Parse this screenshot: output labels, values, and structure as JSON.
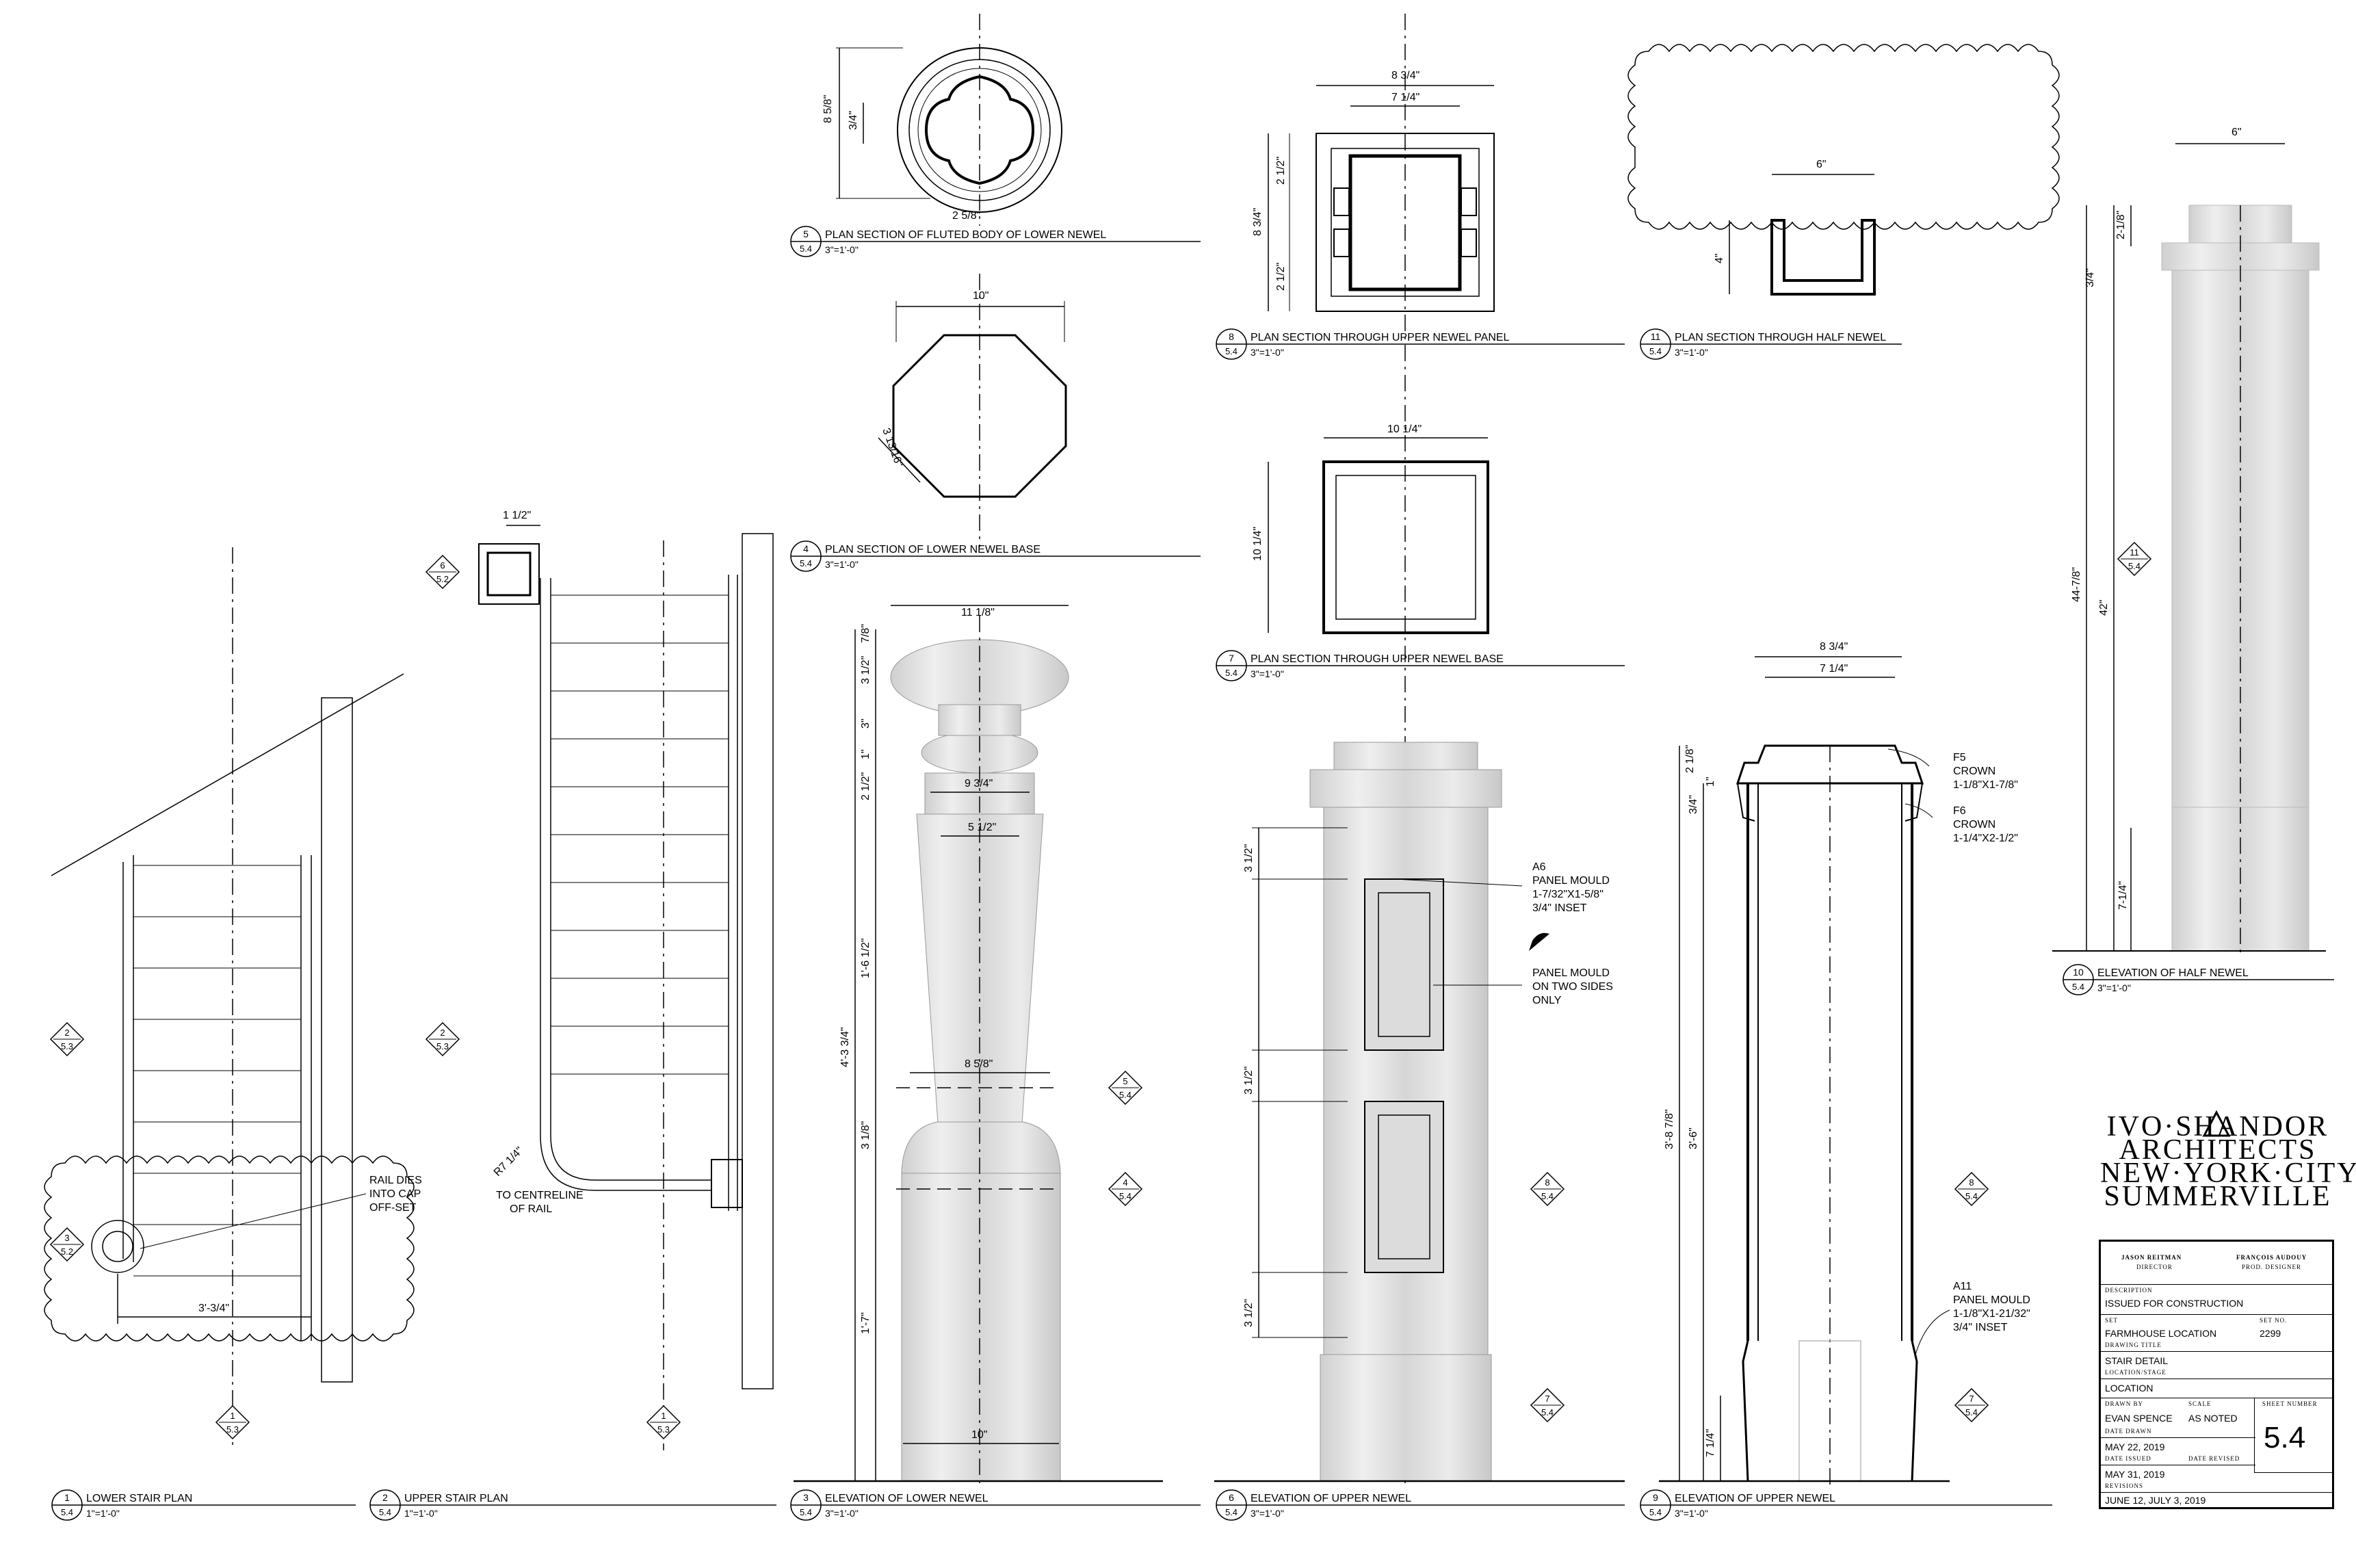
{
  "details": {
    "d5": {
      "num": "5",
      "sheet": "5.4",
      "title": "PLAN SECTION OF FLUTED BODY OF LOWER NEWEL",
      "scale": "3\"=1'-0\""
    },
    "d4": {
      "num": "4",
      "sheet": "5.4",
      "title": "PLAN SECTION OF LOWER NEWEL BASE",
      "scale": "3\"=1'-0\""
    },
    "d8": {
      "num": "8",
      "sheet": "5.4",
      "title": "PLAN SECTION THROUGH UPPER NEWEL PANEL",
      "scale": "3\"=1'-0\""
    },
    "d7": {
      "num": "7",
      "sheet": "5.4",
      "title": "PLAN SECTION THROUGH UPPER NEWEL BASE",
      "scale": "3\"=1'-0\""
    },
    "d11": {
      "num": "11",
      "sheet": "5.4",
      "title": "PLAN SECTION THROUGH HALF NEWEL",
      "scale": "3\"=1'-0\""
    },
    "d10": {
      "num": "10",
      "sheet": "5.4",
      "title": "ELEVATION OF HALF NEWEL",
      "scale": "3\"=1'-0\""
    },
    "d1": {
      "num": "1",
      "sheet": "5.4",
      "title": "LOWER STAIR PLAN",
      "scale": "1\"=1'-0\""
    },
    "d2": {
      "num": "2",
      "sheet": "5.4",
      "title": "UPPER STAIR PLAN",
      "scale": "1\"=1'-0\""
    },
    "d3": {
      "num": "3",
      "sheet": "5.4",
      "title": "ELEVATION OF LOWER NEWEL",
      "scale": "3\"=1'-0\""
    },
    "d6": {
      "num": "6",
      "sheet": "5.4",
      "title": "ELEVATION OF UPPER NEWEL",
      "scale": "3\"=1'-0\""
    },
    "d9": {
      "num": "9",
      "sheet": "5.4",
      "title": "ELEVATION OF UPPER NEWEL",
      "scale": "3\"=1'-0\""
    }
  },
  "dims": {
    "d5_h": "8 5/8\"",
    "d5_a": "3/4\"",
    "d5_b": "2 5/8\"",
    "d4_w": "10\"",
    "d4_s": "3 13/16\"",
    "d8_w1": "8 3/4\"",
    "d8_w2": "7 1/4\"",
    "d8_h": "8 3/4\"",
    "d8_a": "2 1/2\"",
    "d8_b": "2 1/2\"",
    "d7_w": "10 1/4\"",
    "d7_h": "10 1/4\"",
    "d11_w": "6\"",
    "d11_h": "4\"",
    "d10_w": "6\"",
    "d10_a": "2-1/8\"",
    "d10_b": "3/4\"",
    "d10_c": "44-7/8\"",
    "d10_d": "42\"",
    "d10_e": "7-1/4\"",
    "d2_w": "1 1/2\"",
    "d2_r": "R7 1/4\"",
    "d1_w": "3'-3/4\"",
    "d3_top": "11 1/8\"",
    "d3_a": "7/8\"",
    "d3_b": "3 1/2\"",
    "d3_c": "3\"",
    "d3_d": "2 1/2\"",
    "d3_e": "1\"",
    "d3_f": "9 3/4\"",
    "d3_g": "5 1/2\"",
    "d3_h": "1'-6 1/2\"",
    "d3_i": "4'-3 3/4\"",
    "d3_j": "8 5/8\"",
    "d3_k": "3 1/8\"",
    "d3_l": "1'-7\"",
    "d3_m": "10\"",
    "d6_a": "3 1/2\"",
    "d6_b": "3 1/2\"",
    "d6_c": "3 1/2\"",
    "d9_w1": "8 3/4\"",
    "d9_w2": "7 1/4\"",
    "d9_a": "2 1/8\"",
    "d9_b": "1\"",
    "d9_c": "3/4\"",
    "d9_d": "3'-8 7/8\"",
    "d9_e": "3'-6\"",
    "d9_f": "7 1/4\""
  },
  "notes": {
    "rail_dies": [
      "RAIL DIES",
      "INTO CAP",
      "OFF-SET"
    ],
    "centreline": [
      "TO CENTRELINE",
      "OF RAIL"
    ],
    "a6": [
      "A6",
      "PANEL MOULD",
      "1-7/32\"X1-5/8\"",
      "3/4\" INSET"
    ],
    "panel_two": [
      "PANEL MOULD",
      "ON TWO SIDES",
      "ONLY"
    ],
    "f5": [
      "F5",
      "CROWN",
      "1-1/8\"X1-7/8\""
    ],
    "f6": [
      "F6",
      "CROWN",
      "1-1/4\"X2-1/2\""
    ],
    "a11": [
      "A11",
      "PANEL MOULD",
      "1-1/8\"X1-21/32\"",
      "3/4\" INSET"
    ]
  },
  "tags": {
    "t62": {
      "num": "6",
      "sheet": "5.2"
    },
    "t23a": {
      "num": "2",
      "sheet": "5.3"
    },
    "t23b": {
      "num": "2",
      "sheet": "5.3"
    },
    "t32": {
      "num": "3",
      "sheet": "5.2"
    },
    "t13a": {
      "num": "1",
      "sheet": "5.3"
    },
    "t13b": {
      "num": "1",
      "sheet": "5.3"
    },
    "t54": {
      "num": "5",
      "sheet": "5.4"
    },
    "t44": {
      "num": "4",
      "sheet": "5.4"
    },
    "t84a": {
      "num": "8",
      "sheet": "5.4"
    },
    "t74a": {
      "num": "7",
      "sheet": "5.4"
    },
    "t84b": {
      "num": "8",
      "sheet": "5.4"
    },
    "t74b": {
      "num": "7",
      "sheet": "5.4"
    },
    "t114": {
      "num": "11",
      "sheet": "5.4"
    }
  },
  "titleblock": {
    "firm": [
      "IVO·SHANDOR",
      "ARCHITECTS",
      "NEW·YORK·CITY",
      "SUMMERVILLE"
    ],
    "p1_name": "JASON REITMAN",
    "p1_role": "DIRECTOR",
    "p2_name": "FRANÇOIS AUDOUY",
    "p2_role": "PROD. DESIGNER",
    "desc_label": "DESCRIPTION",
    "desc": "ISSUED FOR CONSTRUCTION",
    "set_label": "SET",
    "setno_label": "SET No.",
    "set": "FARMHOUSE LOCATION",
    "setno": "2299",
    "dtitle_label": "DRAWING TITLE",
    "dtitle": "STAIR DETAIL",
    "loc_label": "LOCATION/STAGE",
    "loc": "LOCATION",
    "drawn_label": "DRAWN BY",
    "scale_label": "SCALE",
    "sheetno_label": "SHEET NUMBER",
    "drawn": "EVAN SPENCE",
    "scale": "AS NOTED",
    "sheetno": "5.4",
    "ddrawn_label": "DATE DRAWN",
    "ddrawn": "MAY 22, 2019",
    "dissued_label": "DATE ISSUED",
    "drevised_label": "DATE REVISED",
    "dissued": "MAY 31, 2019",
    "rev_label": "REVISIONS",
    "rev": "JUNE 12, JULY 3, 2019"
  }
}
